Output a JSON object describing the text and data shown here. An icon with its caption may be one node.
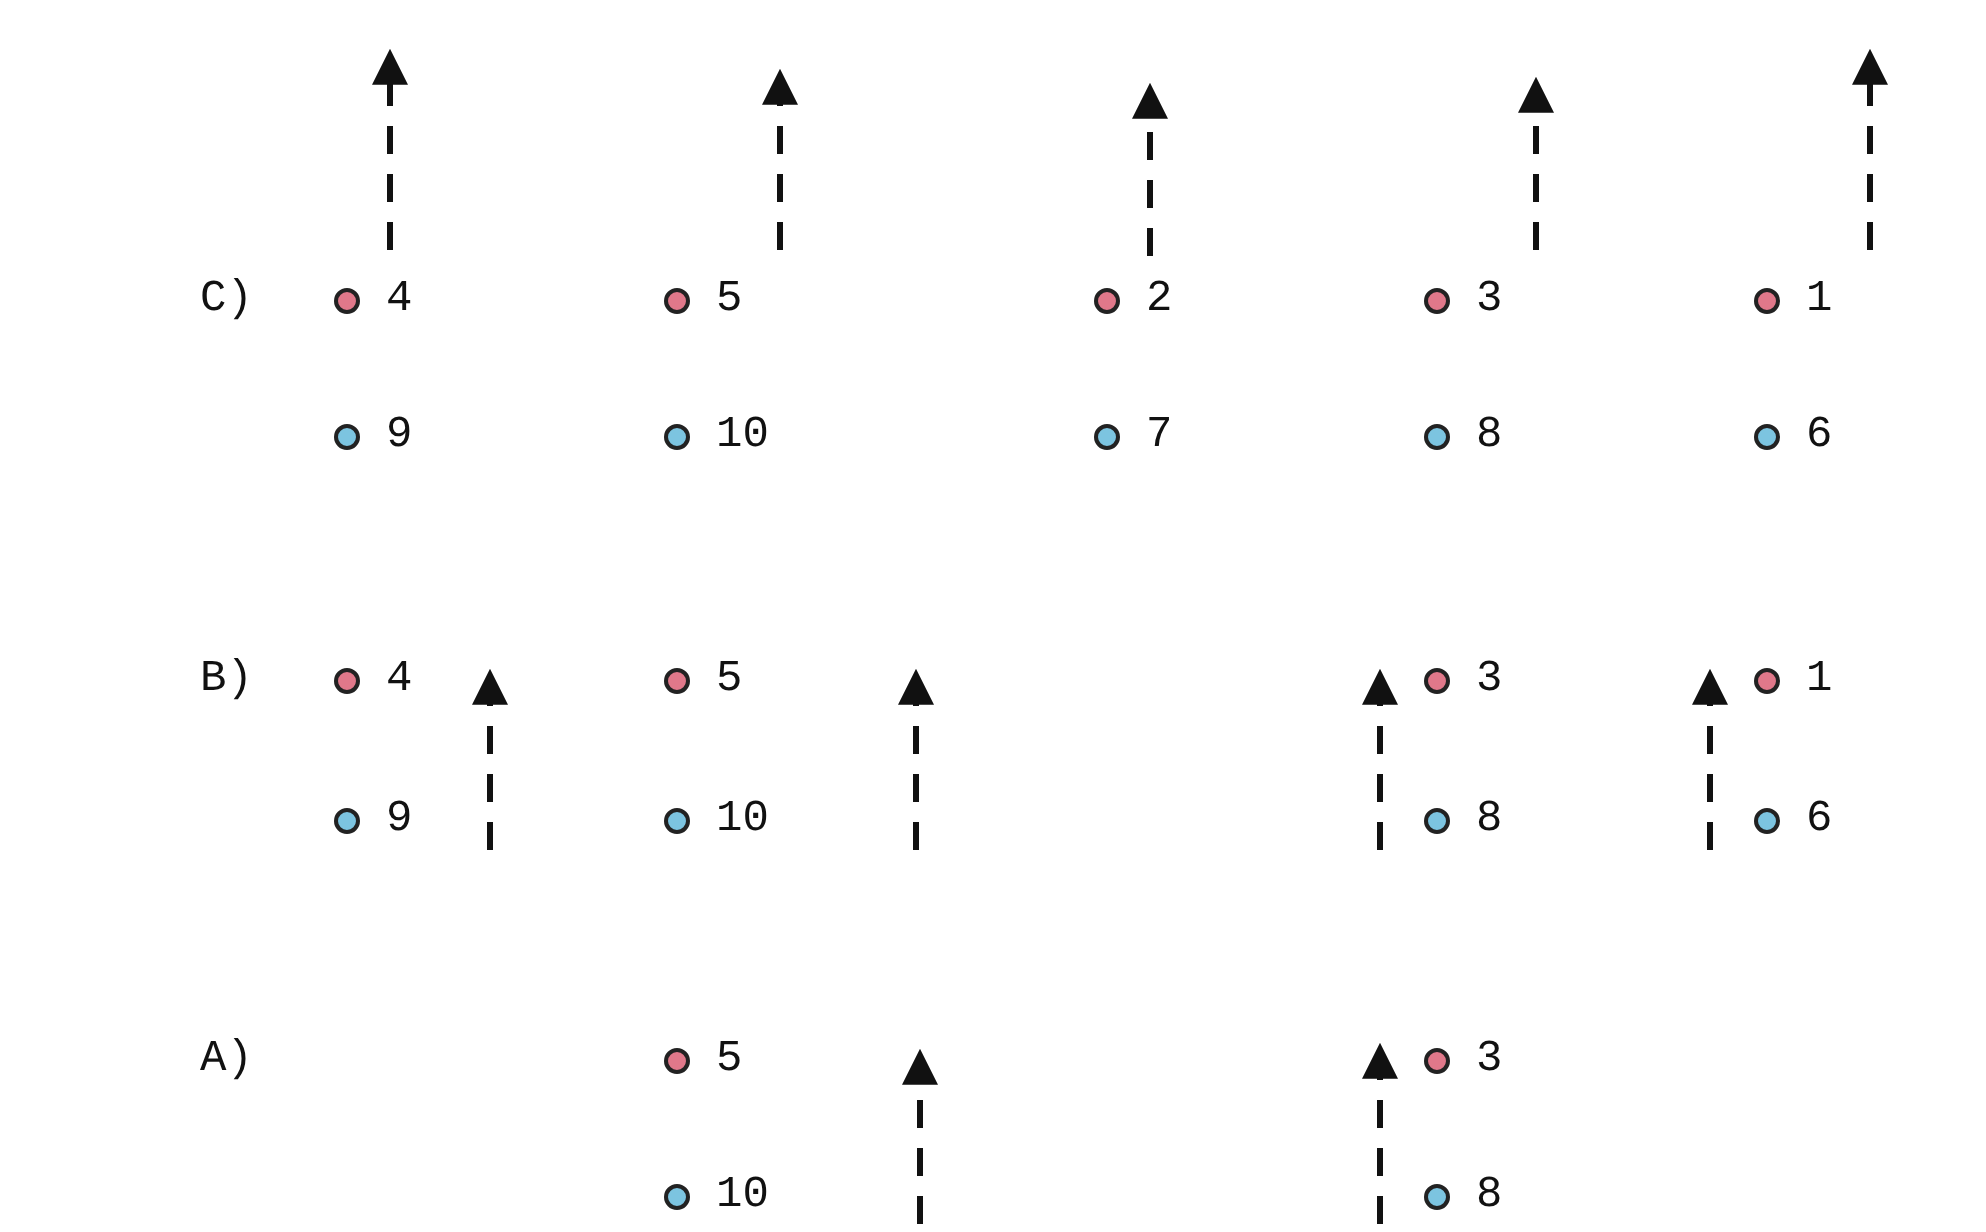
{
  "diagram": {
    "nodes": [
      {
        "text": [],
        "shape": "circle",
        "beside": [
          "4"
        ]
      },
      {
        "text": [],
        "shape": "circle",
        "beside": [
          "5"
        ]
      },
      {
        "text": [],
        "shape": "circle",
        "beside": [
          "2"
        ]
      },
      {
        "text": [],
        "shape": "circle",
        "beside": [
          "3"
        ]
      },
      {
        "text": [],
        "shape": "circle",
        "beside": [
          "1"
        ]
      },
      {
        "text": [],
        "shape": "circle",
        "beside": [
          "9"
        ]
      },
      {
        "text": [],
        "shape": "circle",
        "beside": [
          "10"
        ]
      },
      {
        "text": [],
        "shape": "circle",
        "beside": [
          "7"
        ]
      },
      {
        "text": [],
        "shape": "circle",
        "beside": [
          "8"
        ]
      },
      {
        "text": [],
        "shape": "circle",
        "beside": [
          "6"
        ]
      },
      {
        "text": [],
        "shape": "circle",
        "beside": [
          "4"
        ]
      },
      {
        "text": [],
        "shape": "circle",
        "beside": [
          "5"
        ]
      },
      {
        "text": [],
        "shape": "circle",
        "beside": [
          "3"
        ]
      },
      {
        "text": [],
        "shape": "circle",
        "beside": [
          "1"
        ]
      },
      {
        "text": [],
        "shape": "circle",
        "beside": [
          "9"
        ]
      },
      {
        "text": [],
        "shape": "circle",
        "beside": [
          "10"
        ]
      },
      {
        "text": [],
        "shape": "circle",
        "beside": [
          "8"
        ]
      },
      {
        "text": [],
        "shape": "circle",
        "beside": [
          "6"
        ]
      },
      {
        "text": [],
        "shape": "circle",
        "beside": [
          "5"
        ]
      },
      {
        "text": [],
        "shape": "circle",
        "beside": [
          "3"
        ]
      },
      {
        "text": [],
        "shape": "circle",
        "beside": [
          "10"
        ]
      },
      {
        "text": [],
        "shape": "circle",
        "beside": [
          "8"
        ]
      }
    ],
    "labels": [
      "C)",
      "B)",
      "A)"
    ]
  }
}
